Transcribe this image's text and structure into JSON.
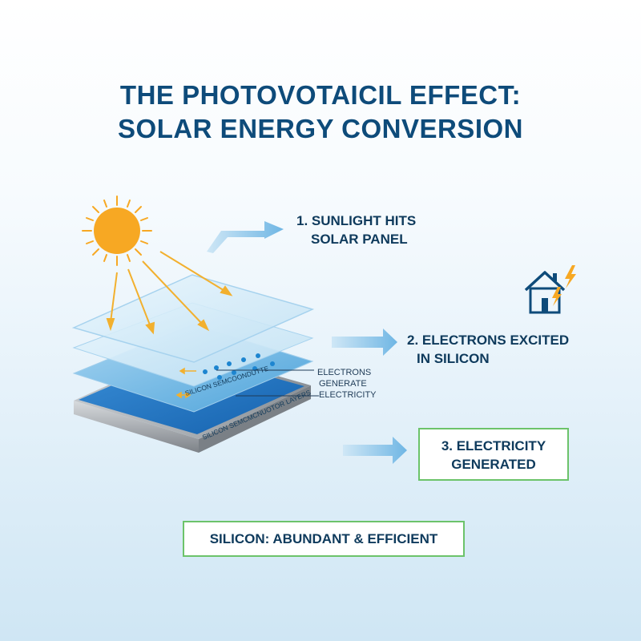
{
  "title": {
    "line1": "THE PHOTOVOTAICIL EFFECT:",
    "line2": "SOLAR ENERGY CONVERSION"
  },
  "steps": {
    "step1": {
      "line1": "1. SUNLIGHT HITS",
      "line2": "SOLAR PANEL"
    },
    "step2": {
      "line1": "2. ELECTRONS EXCITED",
      "line2": "IN SILICON"
    },
    "step3": {
      "line1": "3. ELECTRICITY",
      "line2": "GENERATED"
    }
  },
  "callout": {
    "line1": "ELECTRONS",
    "line2": "GENERATE",
    "line3": "ELECTRICITY"
  },
  "layer_labels": {
    "middle": "SILICON SEMCOONDUTTE",
    "bottom": "SILICON SEMCMCNUOTOR LAYERS"
  },
  "footer": "SILICON: ABUNDANT & EFFICIENT",
  "icons": [
    "sun-icon",
    "house-icon",
    "lightning-icon"
  ],
  "colors": {
    "title": "#0e4b7a",
    "text": "#0e3a5c",
    "sun": "#f7a823",
    "sunlight_rays": "#f2b02e",
    "arrow": "#7fbfe5",
    "box_border": "#6cc36a",
    "panel_blue": "#1e79c8",
    "electron": "#1d85d0"
  }
}
